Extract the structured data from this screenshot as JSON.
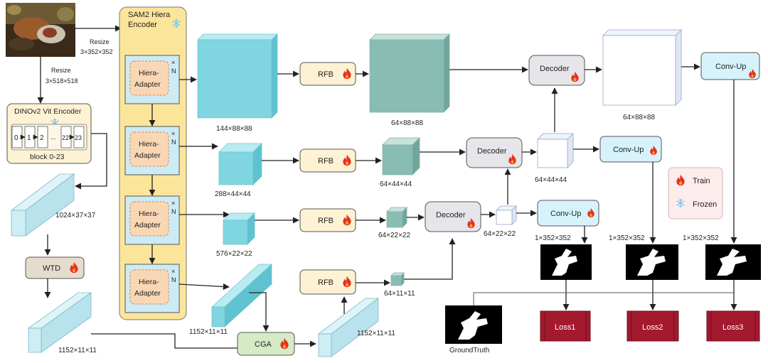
{
  "input": {
    "resize_top_label": "Resize",
    "resize_top_dims": "3×352×352",
    "resize_left_label": "Resize",
    "resize_left_dims": "3×518×518"
  },
  "dino": {
    "title": "DINOv2 Vit Encoder",
    "blocks": [
      "0",
      "1",
      "2",
      "...",
      "22",
      "23"
    ],
    "caption": "block 0-23"
  },
  "sam": {
    "title_line1": "SAM2 Hiera",
    "title_line2": "Encoder",
    "adapter_line1": "Hiera-",
    "adapter_line2": "Adapter",
    "repeat_symbol": "×",
    "repeat_count": "N"
  },
  "features": {
    "f1": "144×88×88",
    "f2": "288×44×44",
    "f3": "576×22×22",
    "f4": "1152×11×11",
    "dino_feat": "1024×37×37",
    "wtd_feat": "1152×11×11",
    "cga_feat": "1152×11×11",
    "r1": "64×88×88",
    "r2": "64×44×44",
    "r3": "64×22×22",
    "r4": "64×11×11",
    "d1": "64×88×88",
    "d2": "64×44×44",
    "d3": "64×22×22"
  },
  "modules": {
    "rfb": "RFB",
    "decoder": "Decoder",
    "convup": "Conv-Up",
    "wtd": "WTD",
    "cga": "CGA"
  },
  "outputs": {
    "o1": "1×352×352",
    "o2": "1×352×352",
    "o3": "1×352×352",
    "ground_truth": "GroundTruth",
    "loss1": "Loss1",
    "loss2": "Loss2",
    "loss3": "Loss3"
  },
  "legend": {
    "train": "Train",
    "frozen": "Frozen"
  },
  "icons": {
    "train": "flame-icon",
    "frozen": "snowflake-icon"
  },
  "colors": {
    "encoder_fill": "#fbe59a",
    "block_fill": "#fdf2d4",
    "module_fill": "#fdf2d4",
    "decoder_fill": "#e6e6ea",
    "convup_fill": "#d6f3fb",
    "cga_fill": "#d5ebc6",
    "wtd_fill": "#e6dccd",
    "loss_fill": "#a3192e",
    "flame": "#e8301c",
    "snow": "#7fc6ec",
    "cube_cyan": "#7fd5e0",
    "cube_teal": "#89bdb4"
  }
}
